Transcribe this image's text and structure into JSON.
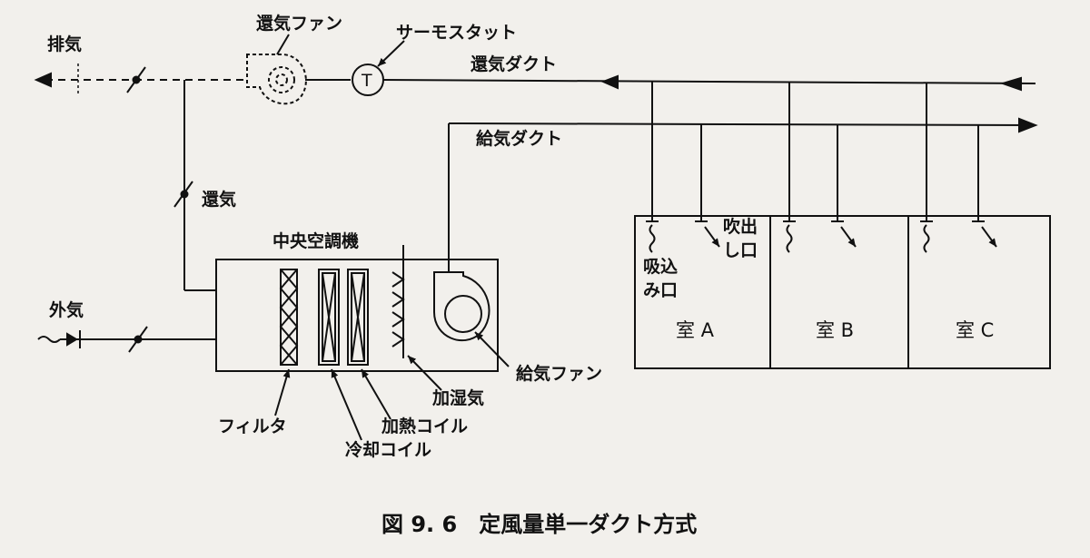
{
  "labels": {
    "exhaust": "排気",
    "return_fan": "還気ファン",
    "thermostat": "サーモスタット",
    "thermostat_symbol": "T",
    "return_duct": "還気ダクト",
    "supply_duct": "給気ダクト",
    "return_air": "還気",
    "central_ahu": "中央空調機",
    "outside_air": "外気",
    "supply_fan": "給気ファン",
    "humidifier": "加湿気",
    "heating_coil": "加熱コイル",
    "cooling_coil": "冷却コイル",
    "filter": "フィルタ",
    "intake_line1": "吸込",
    "intake_line2": "み口",
    "outlet_line1": "吹出",
    "outlet_line2": "し口"
  },
  "rooms": [
    "室 A",
    "室 B",
    "室 C"
  ],
  "caption": "図 9. 6　定風量単一ダクト方式",
  "colors": {
    "ink": "#111111",
    "paper": "#f2f0ec"
  }
}
